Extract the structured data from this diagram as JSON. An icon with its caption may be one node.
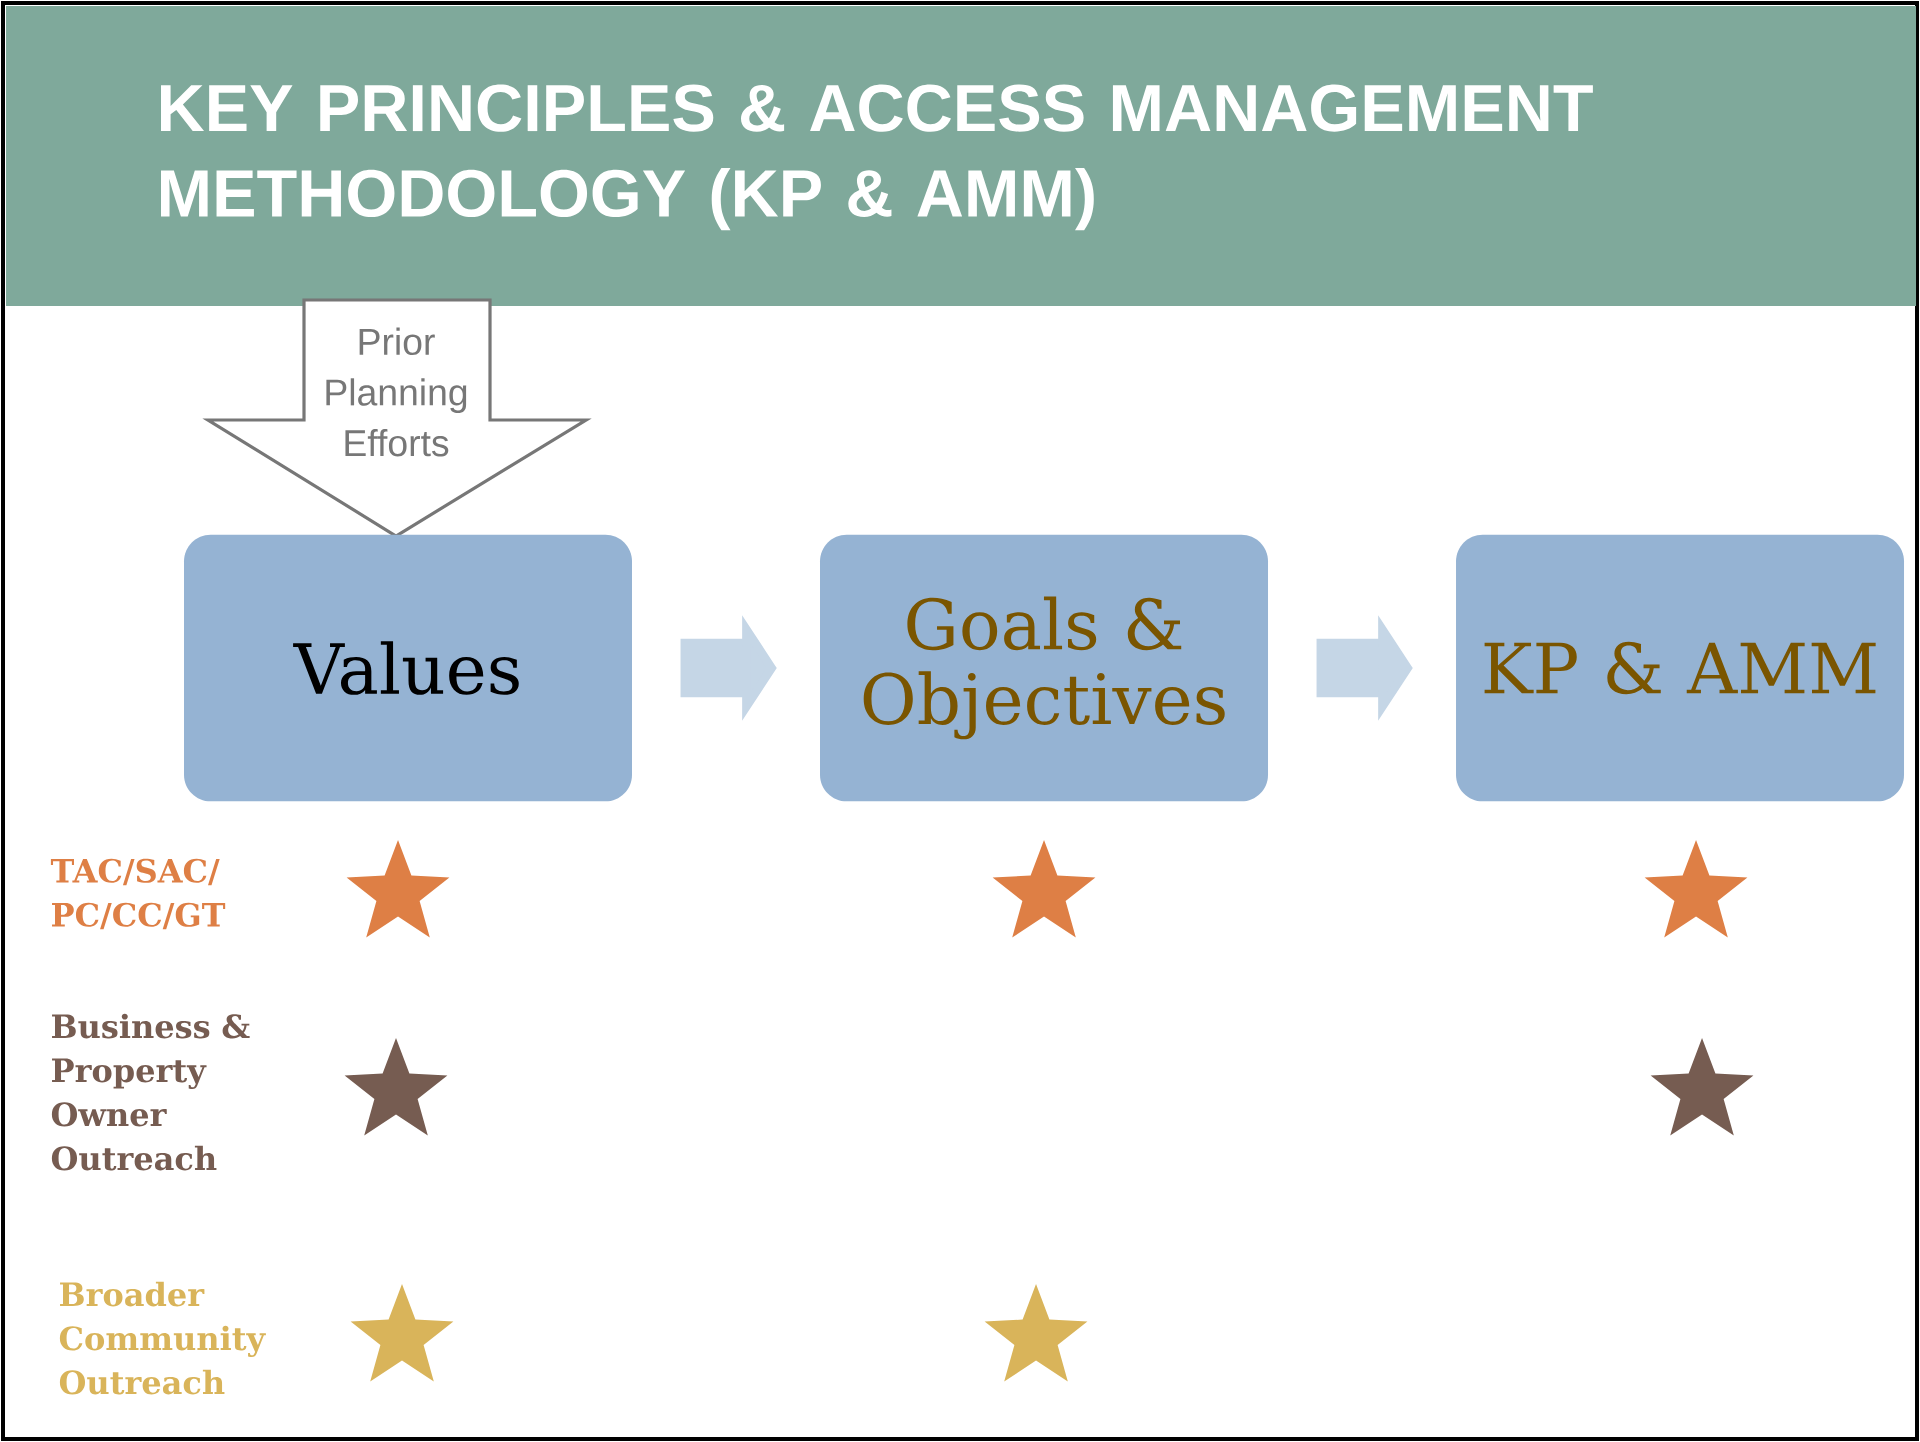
{
  "diagram": {
    "title": "KEY PRINCIPLES & ACCESS MANAGEMENT METHODOLOGY (KP & AMM)",
    "nodes": [
      {
        "text": [
          "Prior Planning Efforts"
        ]
      },
      {
        "text": [
          "Values"
        ]
      },
      {
        "text": [
          "Goals & Objectives"
        ]
      },
      {
        "text": [
          "KP & AMM"
        ]
      }
    ],
    "edges": [
      {
        "from": 1,
        "to": 2,
        "arrow": "to"
      },
      {
        "from": 2,
        "to": 3,
        "arrow": "to"
      }
    ],
    "legend": [
      {
        "text": "TAC/SAC/ PC/CC/GT",
        "color": "#de7f45"
      },
      {
        "text": "Business & Property Owner Outreach",
        "color": "#765c51"
      },
      {
        "text": "Broader Community Outreach",
        "color": "#d9b45a"
      }
    ]
  }
}
